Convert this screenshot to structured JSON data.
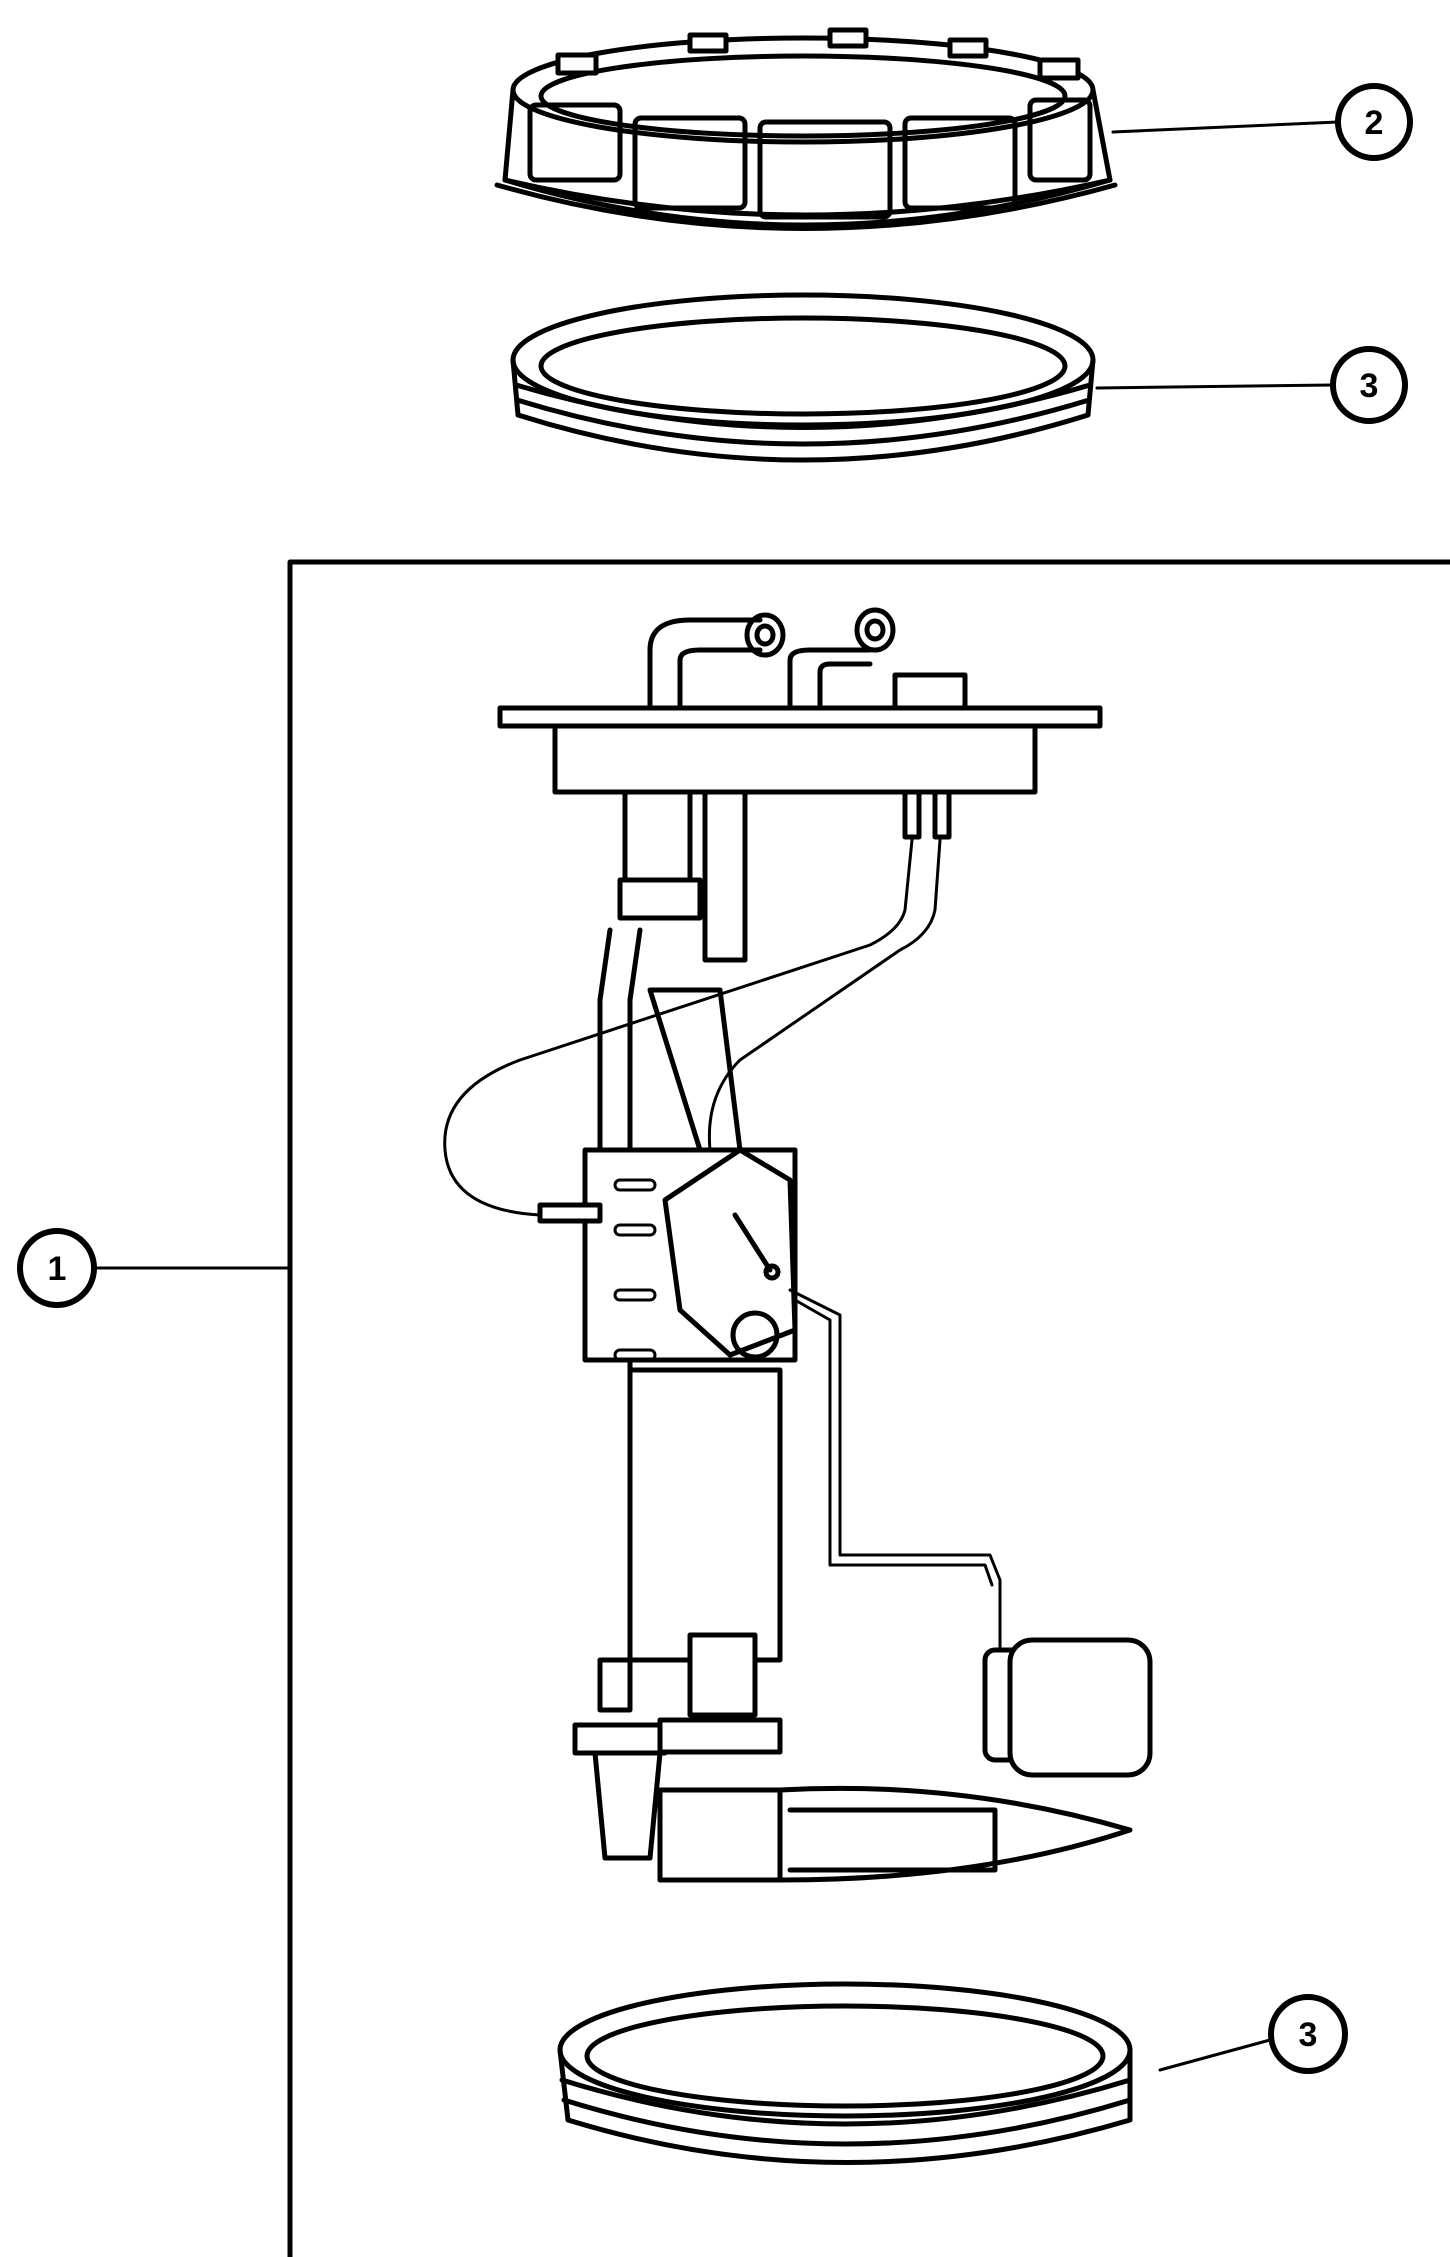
{
  "callouts": {
    "c1": "1",
    "c2": "2",
    "c3_upper": "3",
    "c3_lower": "3"
  },
  "colors": {
    "ink": "#000000",
    "background": "#ffffff"
  }
}
